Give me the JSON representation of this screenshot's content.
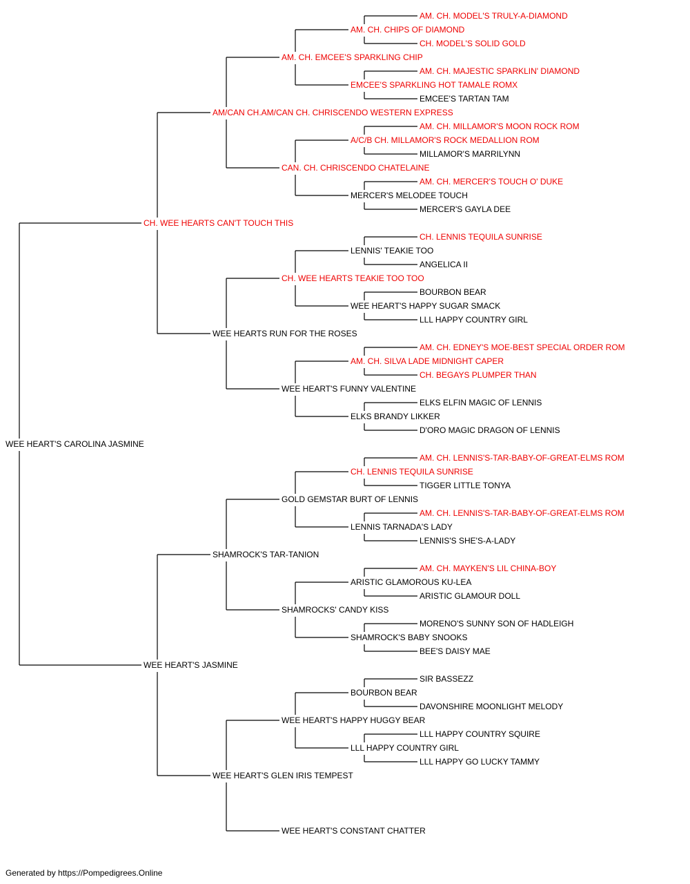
{
  "colors": {
    "titled": "#ee0000",
    "plain": "#000000",
    "line": "#000000"
  },
  "footer": "Generated by https://Pompedigrees.Online",
  "pedigree": {
    "name": "WEE HEART'S CAROLINA JASMINE",
    "titled": false,
    "sire": {
      "name": "CH. WEE HEARTS CAN'T TOUCH THIS",
      "titled": true,
      "sire": {
        "name": "AM/CAN CH.AM/CAN CH. CHRISCENDO WESTERN EXPRESS",
        "titled": true,
        "sire": {
          "name": "AM. CH. EMCEE'S SPARKLING CHIP",
          "titled": true,
          "sire": {
            "name": "AM. CH. CHIPS OF DIAMOND",
            "titled": true,
            "sire": {
              "name": "AM. CH. MODEL'S TRULY-A-DIAMOND",
              "titled": true
            },
            "dam": {
              "name": "CH. MODEL'S SOLID GOLD",
              "titled": true
            }
          },
          "dam": {
            "name": "EMCEE'S SPARKLING HOT TAMALE ROMX",
            "titled": true,
            "sire": {
              "name": "AM. CH. MAJESTIC SPARKLIN' DIAMOND",
              "titled": true
            },
            "dam": {
              "name": "EMCEE'S TARTAN TAM",
              "titled": false
            }
          }
        },
        "dam": {
          "name": "CAN. CH. CHRISCENDO CHATELAINE",
          "titled": true,
          "sire": {
            "name": "A/C/B CH. MILLAMOR'S ROCK MEDALLION ROM",
            "titled": true,
            "sire": {
              "name": "AM. CH. MILLAMOR'S MOON ROCK ROM",
              "titled": true
            },
            "dam": {
              "name": "MILLAMOR'S MARRILYNN",
              "titled": false
            }
          },
          "dam": {
            "name": "MERCER'S MELODEE TOUCH",
            "titled": false,
            "sire": {
              "name": "AM. CH. MERCER'S TOUCH O' DUKE",
              "titled": true
            },
            "dam": {
              "name": "MERCER'S GAYLA DEE",
              "titled": false
            }
          }
        }
      },
      "dam": {
        "name": "WEE HEARTS RUN FOR THE ROSES",
        "titled": false,
        "sire": {
          "name": "CH. WEE HEARTS TEAKIE TOO TOO",
          "titled": true,
          "sire": {
            "name": "LENNIS' TEAKIE TOO",
            "titled": false,
            "sire": {
              "name": "CH. LENNIS TEQUILA SUNRISE",
              "titled": true
            },
            "dam": {
              "name": "ANGELICA II",
              "titled": false
            }
          },
          "dam": {
            "name": "WEE HEART'S HAPPY SUGAR SMACK",
            "titled": false,
            "sire": {
              "name": "BOURBON BEAR",
              "titled": false
            },
            "dam": {
              "name": "LLL HAPPY COUNTRY GIRL",
              "titled": false
            }
          }
        },
        "dam": {
          "name": "WEE HEART'S FUNNY VALENTINE",
          "titled": false,
          "sire": {
            "name": "AM. CH. SILVA LADE MIDNIGHT CAPER",
            "titled": true,
            "sire": {
              "name": "AM. CH. EDNEY'S MOE-BEST SPECIAL ORDER ROM",
              "titled": true
            },
            "dam": {
              "name": "CH. BEGAYS PLUMPER THAN",
              "titled": true
            }
          },
          "dam": {
            "name": "ELKS BRANDY LIKKER",
            "titled": false,
            "sire": {
              "name": "ELKS ELFIN MAGIC OF LENNIS",
              "titled": false
            },
            "dam": {
              "name": "D'ORO MAGIC DRAGON OF LENNIS",
              "titled": false
            }
          }
        }
      }
    },
    "dam": {
      "name": "WEE HEART'S JASMINE",
      "titled": false,
      "sire": {
        "name": "SHAMROCK'S TAR-TANION",
        "titled": false,
        "sire": {
          "name": "GOLD GEMSTAR BURT OF LENNIS",
          "titled": false,
          "sire": {
            "name": "CH. LENNIS TEQUILA SUNRISE",
            "titled": true,
            "sire": {
              "name": "AM. CH. LENNIS'S-TAR-BABY-OF-GREAT-ELMS ROM",
              "titled": true
            },
            "dam": {
              "name": "TIGGER LITTLE TONYA",
              "titled": false
            }
          },
          "dam": {
            "name": "LENNIS TARNADA'S LADY",
            "titled": false,
            "sire": {
              "name": "AM. CH. LENNIS'S-TAR-BABY-OF-GREAT-ELMS ROM",
              "titled": true
            },
            "dam": {
              "name": "LENNIS'S SHE'S-A-LADY",
              "titled": false
            }
          }
        },
        "dam": {
          "name": "SHAMROCKS' CANDY KISS",
          "titled": false,
          "sire": {
            "name": "ARISTIC GLAMOROUS KU-LEA",
            "titled": false,
            "sire": {
              "name": "AM. CH. MAYKEN'S LIL CHINA-BOY",
              "titled": true
            },
            "dam": {
              "name": "ARISTIC GLAMOUR DOLL",
              "titled": false
            }
          },
          "dam": {
            "name": "SHAMROCK'S BABY SNOOKS",
            "titled": false,
            "sire": {
              "name": "MORENO'S SUNNY SON OF HADLEIGH",
              "titled": false
            },
            "dam": {
              "name": "BEE'S DAISY MAE",
              "titled": false
            }
          }
        }
      },
      "dam": {
        "name": "WEE HEART'S GLEN IRIS TEMPEST",
        "titled": false,
        "sire": {
          "name": "WEE HEART'S HAPPY HUGGY BEAR",
          "titled": false,
          "sire": {
            "name": "BOURBON BEAR",
            "titled": false,
            "sire": {
              "name": "SIR BASSEZZ",
              "titled": false
            },
            "dam": {
              "name": "DAVONSHIRE MOONLIGHT MELODY",
              "titled": false
            }
          },
          "dam": {
            "name": "LLL HAPPY COUNTRY GIRL",
            "titled": false,
            "sire": {
              "name": "LLL HAPPY COUNTRY SQUIRE",
              "titled": false
            },
            "dam": {
              "name": "LLL HAPPY GO LUCKY TAMMY",
              "titled": false
            }
          }
        },
        "dam": {
          "name": "WEE HEART'S CONSTANT CHATTER",
          "titled": false
        }
      }
    }
  }
}
